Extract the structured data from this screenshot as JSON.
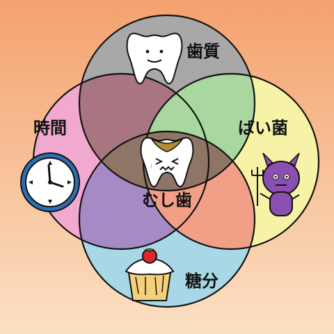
{
  "labels": {
    "top": "歯質",
    "left": "時間",
    "right": "ばい菌",
    "bottom": "糖分",
    "center": "むし歯"
  },
  "colors": {
    "background_top": "#f4a26e",
    "background_bottom": "#fbe0c4",
    "circle_top": "#a8a8a8",
    "circle_left": "#f2a9cf",
    "circle_right": "#f7f3a6",
    "circle_bottom": "#a8d8e6",
    "overlap_top_left": "#a87580",
    "overlap_top_right": "#a9d7a0",
    "overlap_left_bottom": "#a58ac6",
    "overlap_right_bottom": "#f1a087",
    "overlap_center": "#8e7565",
    "outline": "#111111"
  },
  "icons": {
    "top": "tooth-icon",
    "left": "clock-icon",
    "right": "germ-devil-icon",
    "bottom": "cake-icon",
    "center": "decayed-tooth-icon"
  }
}
